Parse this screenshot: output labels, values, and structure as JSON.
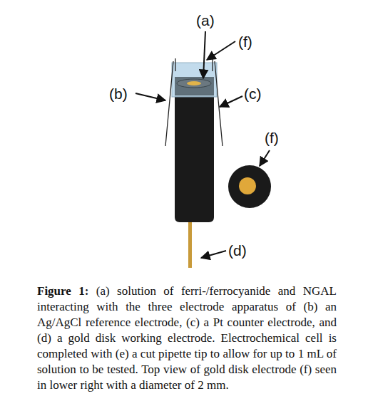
{
  "diagram": {
    "caption": "(a) solution of ferri-/ferrocyanide and NGAL interacting with the three electrode apparatus of (b) an Ag/AgCl reference electrode, (c) a Pt counter electrode, and (d) a gold disk working electrode. Electrochemical cell is completed with (e) a cut pipette tip to allow for up to 1 mL of solution to be tested. Top view of gold disk electrode (f) seen in lower right with a diameter of 2 mm.",
    "labels": [
      "(a)",
      "(f)",
      "(b)",
      "(c)",
      "(f)",
      "(d)",
      "Figure 1:"
    ]
  }
}
